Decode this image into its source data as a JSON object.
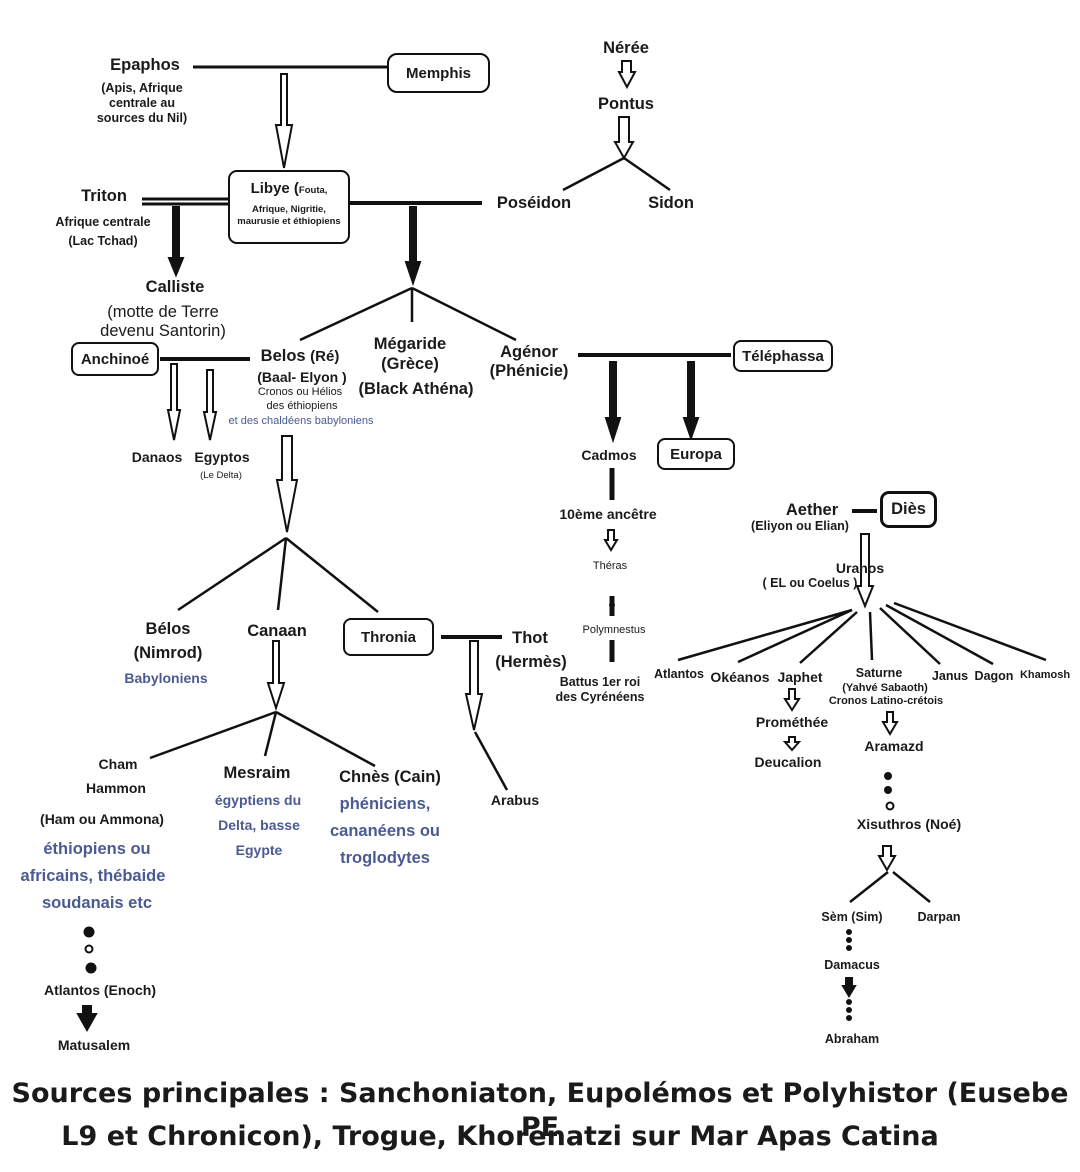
{
  "nodes": {
    "epaphos": "Epaphos",
    "epaphos_note": [
      "(Apis, Afrique",
      "centrale au",
      "sources du Nil)"
    ],
    "memphis": "Memphis",
    "neree": "Nérée",
    "pontus": "Pontus",
    "libye_main": "Libye (",
    "libye_sub1": "Fouta,",
    "libye_sub2": "Afrique, Nigritie,",
    "libye_sub3": "maurusie et éthiopiens",
    "triton": "Triton",
    "triton_note": [
      "Afrique centrale",
      "(Lac Tchad)"
    ],
    "poseidon": "Poséidon",
    "sidon": "Sidon",
    "calliste": "Calliste",
    "calliste_note": [
      "(motte de Terre",
      "devenu Santorin)"
    ],
    "anchinoe": "Anchinoé",
    "belos": "Belos",
    "belos_re": "(Ré)",
    "belos_note1": "(Baal- Elyon )",
    "belos_note2": "Cronos ou Hélios",
    "belos_note3": "des éthiopiens",
    "belos_note4": "et des chaldéens babyloniens",
    "megaride": [
      "Mégaride",
      "(Grèce)",
      "(Black Athéna)"
    ],
    "agenor": [
      "Agénor",
      "(Phénicie)"
    ],
    "telephassa": "Téléphassa",
    "danaos": "Danaos",
    "egyptos": "Egyptos",
    "egyptos_note": "(Le Delta)",
    "cadmos": "Cadmos",
    "europa": "Europa",
    "ancetre": "10ème ancêtre",
    "theras": "Théras",
    "polymnestus": "Polymnestus",
    "battus": [
      "Battus 1er roi",
      "des Cyrénéens"
    ],
    "aether": "Aether",
    "aether_note": "(Eliyon ou Elian)",
    "dies": "Diès",
    "uranos": "Uranos",
    "uranos_note": "( EL ou Coelus )",
    "belos2": [
      "Bélos",
      "(Nimrod)"
    ],
    "babyloniens": "Babyloniens",
    "canaan": "Canaan",
    "thronia": "Thronia",
    "thot": [
      "Thot",
      "(Hermès)"
    ],
    "arabus": "Arabus",
    "cham": [
      "Cham",
      "Hammon"
    ],
    "ham_note": "(Ham ou Ammona)",
    "cham_peoples": [
      "éthiopiens ou",
      "africains,  thébaide",
      "soudanais etc"
    ],
    "mesraim": "Mesraim",
    "mesraim_peoples": [
      "égyptiens du",
      "Delta, basse",
      "Egypte"
    ],
    "chnes": "Chnès (Cain)",
    "chnes_peoples": [
      "phéniciens,",
      "cananéens ou",
      "troglodytes"
    ],
    "atlantos_enoch": "Atlantos (Enoch)",
    "matusalem": "Matusalem",
    "atlantos": "Atlantos",
    "okeanos": "Okéanos",
    "japhet": "Japhet",
    "saturne": "Saturne",
    "saturne_note1": "(Yahvé Sabaoth)",
    "saturne_note2": "Cronos Latino-crétois",
    "janus": "Janus",
    "dagon": "Dagon",
    "khamosh": "Khamosh",
    "promethee": "Prométhée",
    "deucalion": "Deucalion",
    "aramazd": "Aramazd",
    "xisuthros": "Xisuthros (Noé)",
    "sem": "Sèm (Sim)",
    "darpan": "Darpan",
    "damacus": "Damacus",
    "abraham": "Abraham"
  },
  "footer": {
    "line1": "Sources principales : Sanchoniaton, Eupolémos et Polyhistor (Eusebe PE",
    "line2": "L9 et Chronicon), Trogue, Khorenatzi sur Mar Apas Catina"
  },
  "colors": {
    "ink": "#1a1a1a",
    "blue": "#4a5a92"
  }
}
